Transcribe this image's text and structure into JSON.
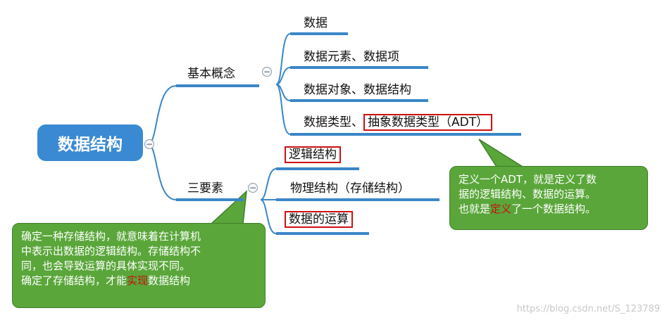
{
  "root": {
    "label": "数据结构"
  },
  "basic": {
    "label": "基本概念",
    "items": [
      "数据",
      "数据元素、数据项",
      "数据对象、数据结构"
    ],
    "type_prefix": "数据类型、",
    "type_highlight": "抽象数据类型（ADT）"
  },
  "three": {
    "label": "三要素",
    "logic": "逻辑结构",
    "physical": "物理结构（存储结构）",
    "ops": "数据的运算"
  },
  "callout_right": {
    "line1": "定义一个ADT，就是定义了数",
    "line2": "据的逻辑结构、数据的运算。",
    "line3_pre": "也就是",
    "line3_red": "定义",
    "line3_post": "了一个数据结构。"
  },
  "callout_left": {
    "line1": "确定一种存储结构，就意味着在计算机",
    "line2": "中表示出数据的逻辑结构。存储结构不",
    "line3": "同，也会导致运算的具体实现不同。",
    "line4_pre": "确定了存储结构，才能",
    "line4_red": "实现",
    "line4_post": "数据结构"
  },
  "collapse_symbol": "−",
  "watermark": "https://blog.csdn.net/S_123789",
  "colors": {
    "node": "#3a8ad3",
    "bar": "#3a86c8",
    "callout": "#5aa63a",
    "highlight_border": "#cc1111",
    "accent_text": "#c80f0f"
  }
}
